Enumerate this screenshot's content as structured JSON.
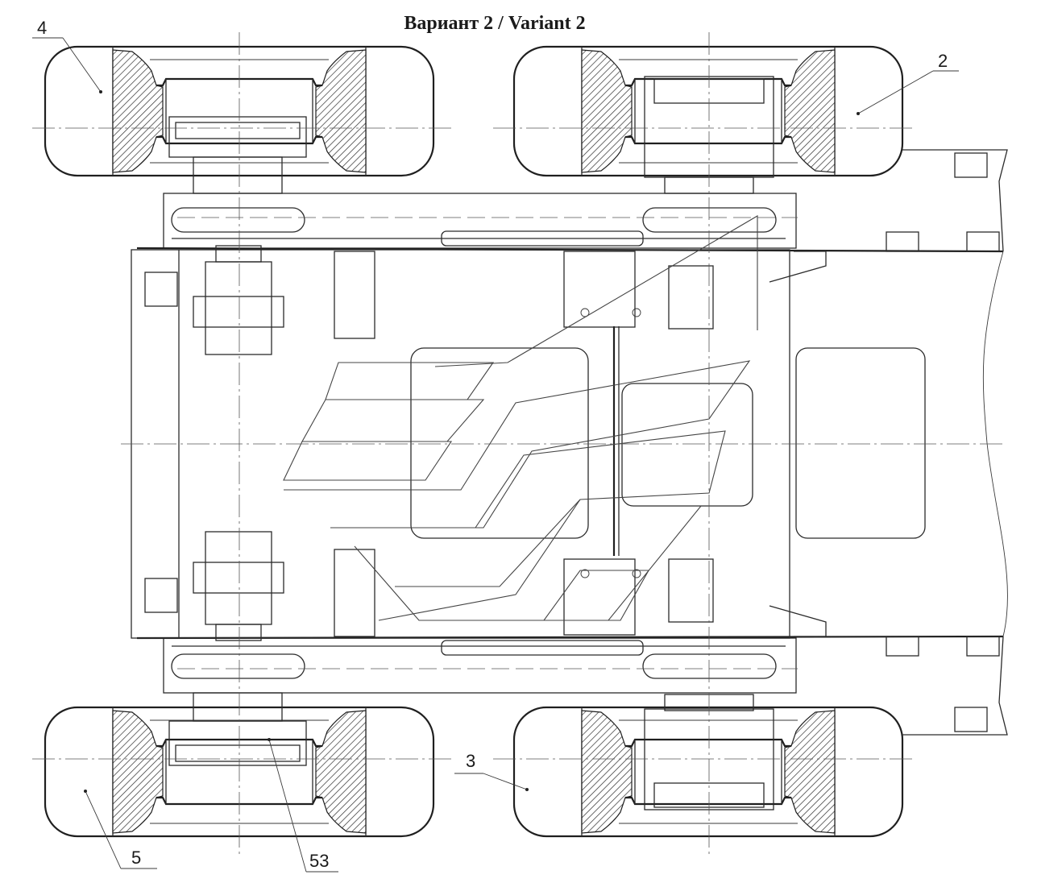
{
  "drawing": {
    "title": "Вариант 2 / Variant 2",
    "callouts": {
      "c4": "4",
      "c2": "2",
      "c3": "3",
      "c5": "5",
      "c53": "53"
    }
  }
}
